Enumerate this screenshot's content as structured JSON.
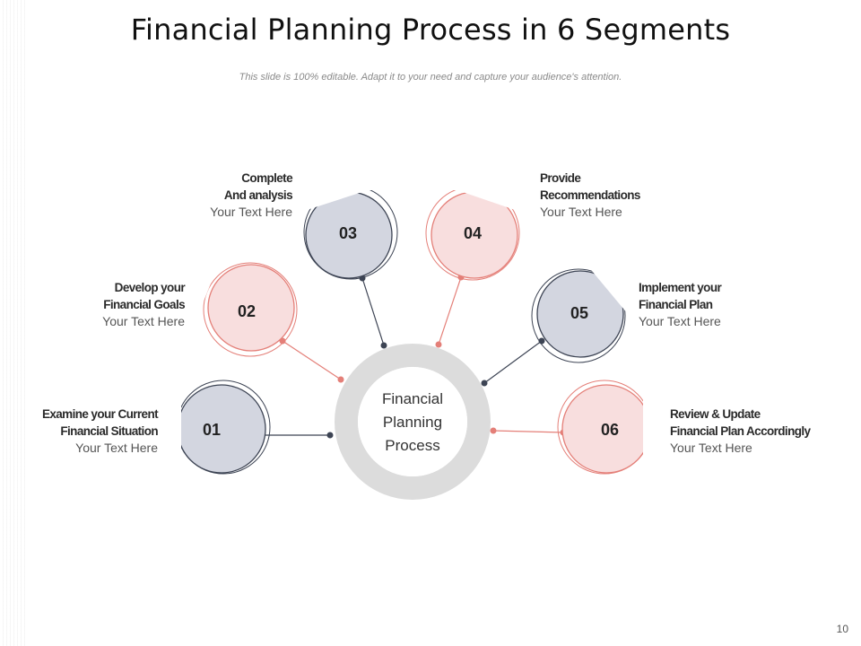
{
  "title": "Financial Planning Process in 6 Segments",
  "subtitle": "This slide is 100% editable. Adapt it to your need and capture your audience's attention.",
  "center": {
    "lines": [
      "Financial",
      "Planning",
      "Process"
    ]
  },
  "colors": {
    "slate_fill": "#d3d6e0",
    "slate_stroke": "#3d4454",
    "pink_fill": "#f8dede",
    "pink_stroke": "#e47f78",
    "ring": "#dcdcdc"
  },
  "segments": [
    {
      "number": "01",
      "heading_line1": "Examine your Current",
      "heading_line2": "Financial Situation",
      "subtext": "Your Text Here",
      "theme": "slate"
    },
    {
      "number": "02",
      "heading_line1": "Develop your",
      "heading_line2": "Financial Goals",
      "subtext": "Your Text Here",
      "theme": "pink"
    },
    {
      "number": "03",
      "heading_line1": "Complete",
      "heading_line2": "And analysis",
      "subtext": "Your Text Here",
      "theme": "slate"
    },
    {
      "number": "04",
      "heading_line1": "Provide",
      "heading_line2": "Recommendations",
      "subtext": "Your Text Here",
      "theme": "pink"
    },
    {
      "number": "05",
      "heading_line1": "Implement your",
      "heading_line2": "Financial Plan",
      "subtext": "Your Text Here",
      "theme": "slate"
    },
    {
      "number": "06",
      "heading_line1": "Review & Update",
      "heading_line2": "Financial Plan Accordingly",
      "subtext": "Your Text Here",
      "theme": "pink"
    }
  ],
  "page_number": "10"
}
